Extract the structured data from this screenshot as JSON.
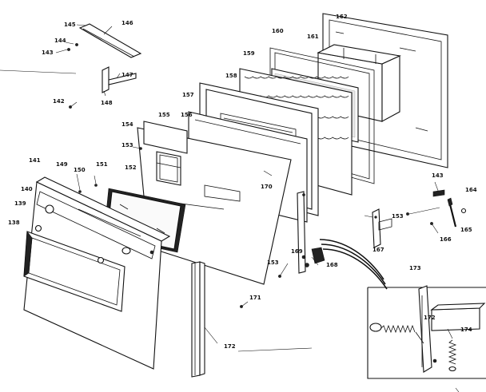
{
  "diagram": {
    "labels": [
      {
        "id": "145",
        "text": "145"
      },
      {
        "id": "146",
        "text": "146"
      },
      {
        "id": "144",
        "text": "144"
      },
      {
        "id": "143a",
        "text": "143"
      },
      {
        "id": "147",
        "text": "147"
      },
      {
        "id": "142",
        "text": "142"
      },
      {
        "id": "148",
        "text": "148"
      },
      {
        "id": "160",
        "text": "160"
      },
      {
        "id": "161",
        "text": "161"
      },
      {
        "id": "162",
        "text": "162"
      },
      {
        "id": "159",
        "text": "159"
      },
      {
        "id": "158",
        "text": "158"
      },
      {
        "id": "157",
        "text": "157"
      },
      {
        "id": "154",
        "text": "154"
      },
      {
        "id": "155",
        "text": "155"
      },
      {
        "id": "156",
        "text": "156"
      },
      {
        "id": "153a",
        "text": "153"
      },
      {
        "id": "152",
        "text": "152"
      },
      {
        "id": "170",
        "text": "170"
      },
      {
        "id": "141",
        "text": "141"
      },
      {
        "id": "149",
        "text": "149"
      },
      {
        "id": "150",
        "text": "150"
      },
      {
        "id": "151",
        "text": "151"
      },
      {
        "id": "140",
        "text": "140"
      },
      {
        "id": "139",
        "text": "139"
      },
      {
        "id": "138",
        "text": "138"
      },
      {
        "id": "143b",
        "text": "143"
      },
      {
        "id": "164",
        "text": "164"
      },
      {
        "id": "153b",
        "text": "153"
      },
      {
        "id": "165",
        "text": "165"
      },
      {
        "id": "166",
        "text": "166"
      },
      {
        "id": "167",
        "text": "167"
      },
      {
        "id": "169",
        "text": "169"
      },
      {
        "id": "168",
        "text": "168"
      },
      {
        "id": "153c",
        "text": "153"
      },
      {
        "id": "171",
        "text": "171"
      },
      {
        "id": "172a",
        "text": "172"
      },
      {
        "id": "173",
        "text": "173"
      },
      {
        "id": "174",
        "text": "174"
      },
      {
        "id": "172b",
        "text": "172"
      }
    ]
  }
}
